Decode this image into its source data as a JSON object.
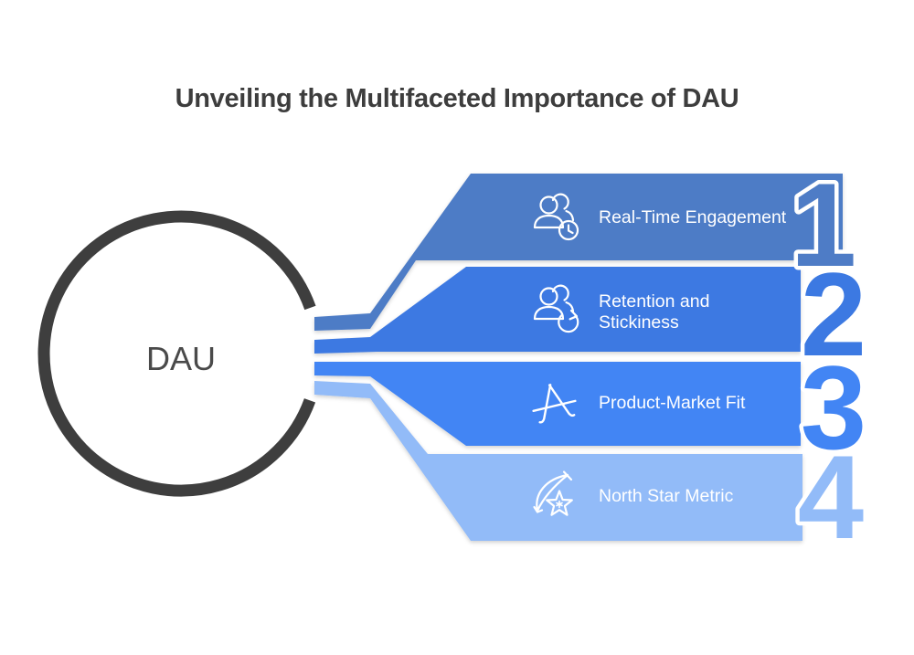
{
  "title": "Unveiling the Multifaceted Importance of DAU",
  "hub": {
    "label": "DAU"
  },
  "colors": {
    "title_text": "#3d3d3d",
    "circle_stroke": "#3e3e3e",
    "hub_text": "#4a4a4a",
    "label_text": "#ffffff",
    "icon_stroke": "#ffffff",
    "background": "#ffffff"
  },
  "items": [
    {
      "number": "1",
      "label": "Real-Time Engagement",
      "icon": "users-clock-icon",
      "color": "#4e7cc6"
    },
    {
      "number": "2",
      "label": "Retention and Stickiness",
      "label_lines": [
        "Retention and",
        "Stickiness"
      ],
      "icon": "users-refresh-icon",
      "color": "#3c79e2"
    },
    {
      "number": "3",
      "label": "Product-Market Fit",
      "icon": "app-store-icon",
      "color": "#4285f4"
    },
    {
      "number": "4",
      "label": "North Star Metric",
      "icon": "shooting-star-icon",
      "color": "#92bbf8"
    }
  ]
}
